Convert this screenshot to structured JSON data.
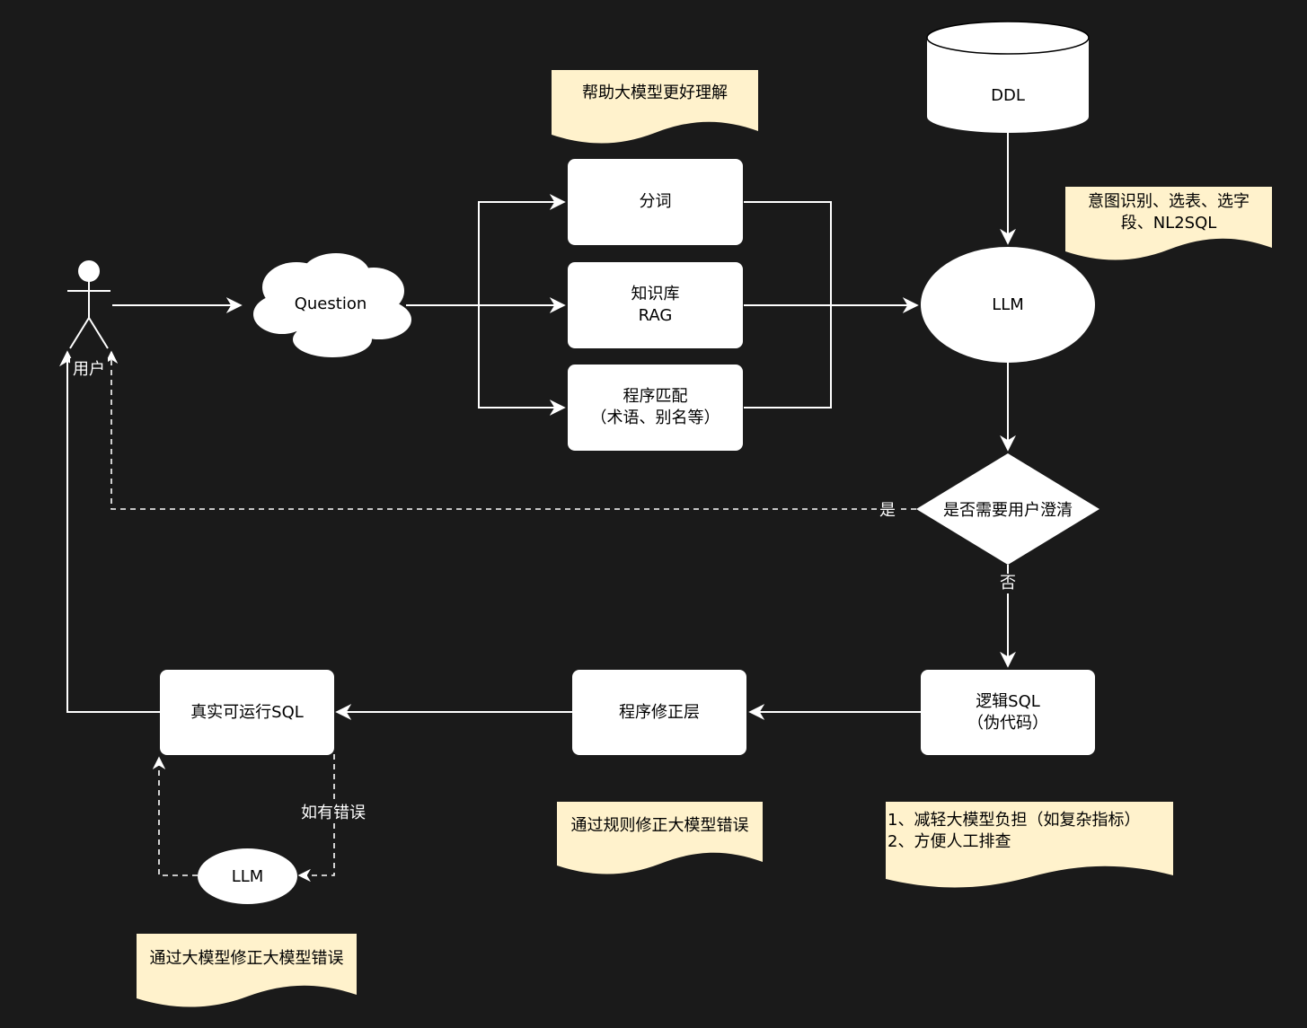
{
  "colors": {
    "background": "#1a1a1a",
    "shape_fill": "#ffffff",
    "shape_text": "#000000",
    "note_fill": "#fff2cc",
    "wire": "#ffffff"
  },
  "nodes": {
    "user": "用户",
    "question": "Question",
    "tokenize": "分词",
    "knowledge_base": [
      "知识库",
      "RAG"
    ],
    "program_match": [
      "程序匹配",
      "（术语、别名等）"
    ],
    "ddl": "DDL",
    "llm_main": "LLM",
    "clarify_decision": "是否需要用户澄清",
    "logic_sql": [
      "逻辑SQL",
      "（伪代码）"
    ],
    "program_fix_layer": "程序修正层",
    "runnable_sql": "真实可运行SQL",
    "llm_fix": "LLM"
  },
  "edge_labels": {
    "yes": "是",
    "no": "否",
    "if_error": "如有错误"
  },
  "notes": {
    "help_llm": "帮助大模型更好理解",
    "intent": [
      "意图识别、选表、选字",
      "段、NL2SQL"
    ],
    "rule_fix": "通过规则修正大模型错误",
    "benefits": [
      "1、减轻大模型负担（如复杂指标）",
      "2、方便人工排查"
    ],
    "llm_fix": "通过大模型修正大模型错误"
  }
}
